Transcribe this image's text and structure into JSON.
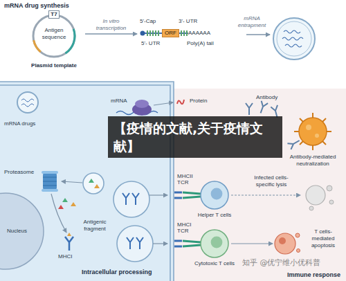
{
  "diagram": {
    "title": "mRNA drug synthesis",
    "nodes": [
      {
        "text": [
          "T7",
          "Antigen sequence",
          "Plasmid template"
        ]
      },
      {
        "text": [
          "5'-Cap",
          "3'- UTR",
          "ORF",
          "AAAAAA",
          "5'- UTR",
          "Poly(A) tail"
        ]
      },
      {
        "text": [
          "Intracellular processing"
        ]
      },
      {
        "text": [
          "Nucleus"
        ],
        "in": 2
      },
      {
        "text": [
          "Immune response"
        ]
      },
      {
        "text": [
          "Helper T cells"
        ],
        "in": 4
      },
      {
        "text": [
          "Cytotoxic T cells"
        ],
        "in": 4
      },
      {
        "text": [
          "【疫情的文献,关于疫情文献】"
        ]
      }
    ],
    "edges": [
      {
        "from": 0,
        "to": 1,
        "label": "In vitro transcription",
        "arrow": "to"
      }
    ],
    "labels": [
      "mRNA entrapment",
      "mRNA drugs",
      "mRNA",
      "Protein",
      "Proteasome",
      "Antigenic fragment",
      "MHCI",
      "Antibody",
      "Antibody-mediated neutralization",
      "MHCII",
      "TCR",
      "Infected cells-specific lysis",
      "MHCI",
      "TCR",
      "T cells-mediated apoptosis",
      "知乎 @优宁维小优科普"
    ]
  }
}
